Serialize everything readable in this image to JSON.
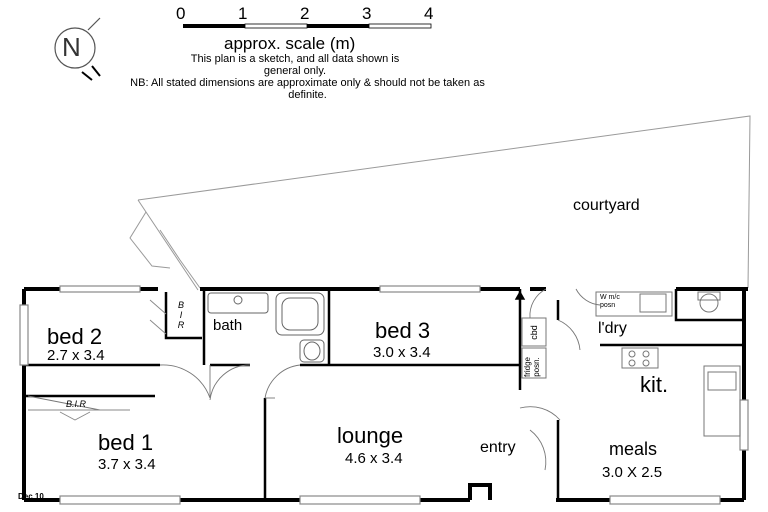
{
  "scale": {
    "ticks": [
      "0",
      "1",
      "2",
      "3",
      "4"
    ],
    "label": "approx. scale (m)",
    "disclaimer_1": "This plan is a sketch, and all data shown is general only.",
    "disclaimer_2": "NB: All stated dimensions are approximate only & should not be taken as definite."
  },
  "compass": {
    "letter": "N"
  },
  "rooms": {
    "bed2": {
      "name": "bed 2",
      "size": "2.7 x 3.4"
    },
    "bed1": {
      "name": "bed 1",
      "size": "3.7 x 3.4"
    },
    "bed3": {
      "name": "bed 3",
      "size": "3.0 x 3.4"
    },
    "bath": {
      "name": "bath"
    },
    "lounge": {
      "name": "lounge",
      "size": "4.6 x 3.4"
    },
    "entry": {
      "name": "entry"
    },
    "laundry": {
      "name": "l'dry"
    },
    "kitchen": {
      "name": "kit."
    },
    "meals": {
      "name": "meals",
      "size": "3.0 X 2.5"
    },
    "courtyard": {
      "name": "courtyard"
    }
  },
  "fixtures": {
    "bir_bed2": "B I R",
    "bir_bed1": "B.I.R",
    "cbd": "cbd",
    "fridge": "fridge posn.",
    "washer": "W m/c posn"
  },
  "date_stamp": "Dec 10",
  "colors": {
    "wall": "#000000",
    "faint": "#9a9a9a",
    "background": "#ffffff"
  }
}
